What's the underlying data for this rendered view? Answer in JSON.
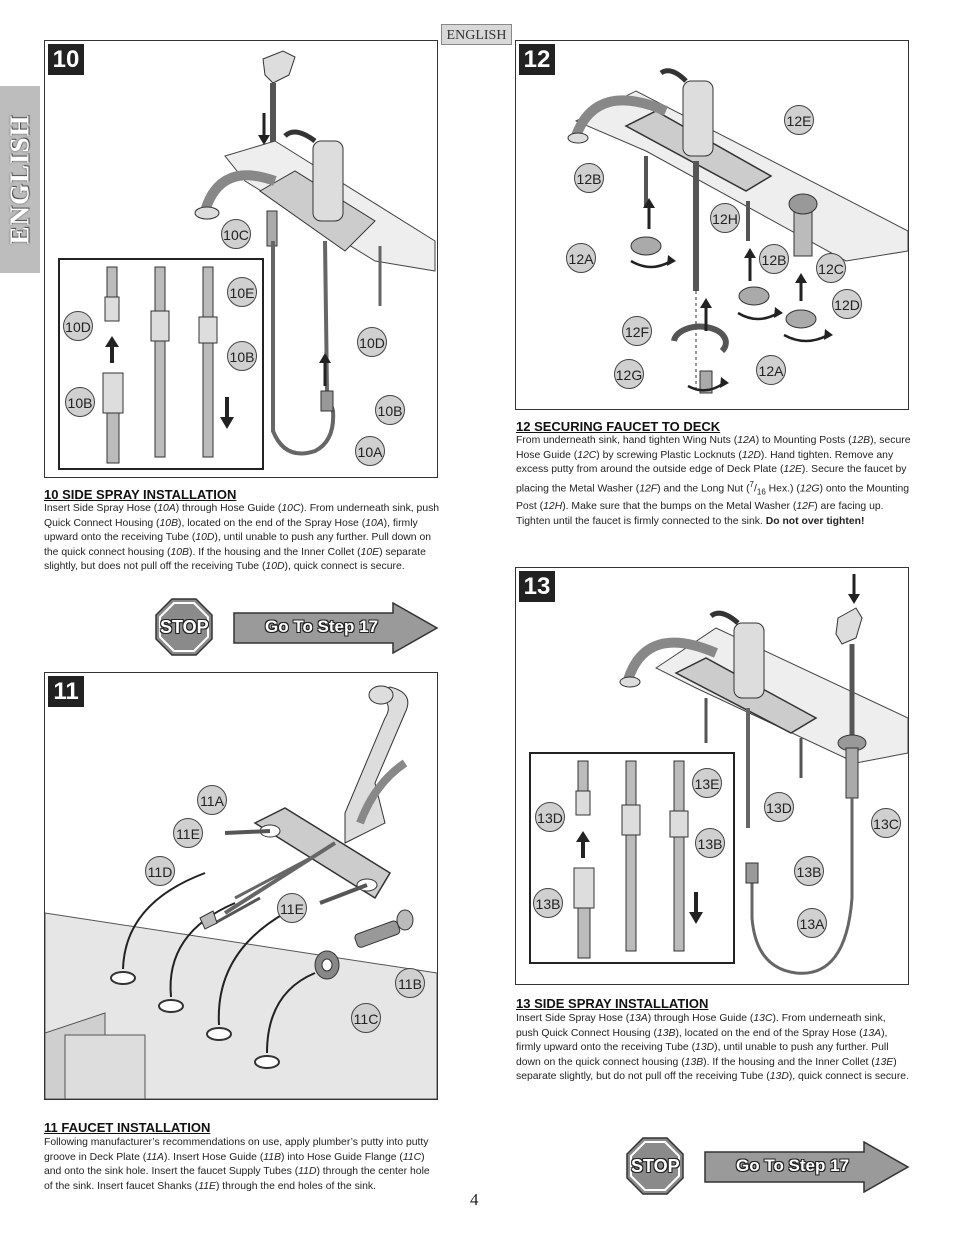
{
  "language_tab": "ENGLISH",
  "side_tab": "ENGLISH",
  "page_number": "4",
  "step10": {
    "number": "10",
    "heading": "10  SIDE SPRAY INSTALLATION",
    "callouts": [
      "10C",
      "10E",
      "10D",
      "10B",
      "10D",
      "10B",
      "10A"
    ],
    "text_parts": {
      "p1": "Insert Side Spray Hose (",
      "r1": "10A",
      "p2": ") through Hose Guide (",
      "r2": "10C",
      "p3": ").  From underneath sink, push Quick Connect Housing (",
      "r3": "10B",
      "p4": "), located on the end of the Spray Hose (",
      "r4": "10A",
      "p5": "), firmly upward onto the receiving Tube (",
      "r5": "10D",
      "p6": "), until unable to push any further.  Pull down on the quick connect housing (",
      "r6": "10B",
      "p7": ").  If the housing and the Inner Collet (",
      "r7": "10E",
      "p8": ") separate slightly, but does not pull off the receiving Tube (",
      "r8": "10D",
      "p9": "), quick connect is secure."
    }
  },
  "step11": {
    "number": "11",
    "heading": "11  FAUCET INSTALLATION",
    "callouts": [
      "11A",
      "11E",
      "11D",
      "11E",
      "11B",
      "11C"
    ],
    "text_parts": {
      "p1": "Following manufacturer’s recommendations on use, apply plumber’s putty into putty groove in Deck Plate (",
      "r1": "11A",
      "p2": ").   Insert Hose Guide (",
      "r2": "11B",
      "p3": ") into Hose Guide Flange (",
      "r3": "11C",
      "p4": ") and onto the sink hole.  Insert the faucet Supply Tubes (",
      "r4": "11D",
      "p5": ") through the center hole of the sink.  Insert faucet Shanks (",
      "r5": "11E",
      "p6": ") through the end holes of the sink."
    }
  },
  "step12": {
    "number": "12",
    "heading": "12  SECURING FAUCET TO DECK",
    "callouts": [
      "12E",
      "12B",
      "12H",
      "12A",
      "12B",
      "12C",
      "12D",
      "12F",
      "12G",
      "12A"
    ],
    "text_parts": {
      "p1": "From underneath sink, hand tighten Wing Nuts (",
      "r1": "12A",
      "p2": ") to Mounting Posts (",
      "r2": "12B",
      "p3": "), secure Hose Guide (",
      "r3": "12C",
      "p4": ") by screwing Plastic Locknuts (",
      "r4": "12D",
      "p5": ").  Hand tighten.  Remove any excess putty from around the outside edge of Deck Plate (",
      "r5": "12E",
      "p6": ").  Secure the faucet by placing the Metal Washer (",
      "r6": "12F",
      "p7": ") and the Long Nut (",
      "frac_num": "7",
      "frac_den": "16",
      "p8": " Hex.) (",
      "r8": "12G",
      "p9": ") onto the Mounting Post (",
      "r9": "12H",
      "p10": ").  Make sure that the bumps on the Metal Washer (",
      "r10": "12F",
      "p11": ") are facing up.  Tighten until the faucet is firmly connected to the sink.  ",
      "bold": "Do not over tighten!"
    }
  },
  "step13": {
    "number": "13",
    "heading": "13  SIDE SPRAY INSTALLATION",
    "callouts": [
      "13E",
      "13D",
      "13D",
      "13B",
      "13C",
      "13B",
      "13B",
      "13A"
    ],
    "text_parts": {
      "p1": "Insert Side Spray Hose (",
      "r1": "13A",
      "p2": ") through Hose Guide (",
      "r2": "13C",
      "p3": ").  From underneath sink, push Quick Connect Housing (",
      "r3": "13B",
      "p4": "), located on the end of the Spray Hose (",
      "r4": "13A",
      "p5": "), firmly upward onto the receiving Tube (",
      "r5": "13D",
      "p6": "), until unable to push any further.  Pull down on the quick connect housing (",
      "r6": "13B",
      "p7": ").  If the housing and the Inner Collet (",
      "r7": "13E",
      "p8": ") separate slightly, but do not pull off the receiving Tube (",
      "r8": "13D",
      "p9": "), quick connect is secure."
    }
  },
  "nav": {
    "stop_label": "STOP",
    "goto_label": "Go To Step 17"
  },
  "colors": {
    "stop_red": "#8a8a8a",
    "arrow_fill": "#9a9a9a",
    "callout_fill": "#d0d0d0",
    "tab_gray": "#bdbdbd"
  },
  "icons": [
    "stop-sign-icon",
    "right-arrow-icon",
    "up-arrow-icon",
    "down-arrow-icon",
    "rotate-arrow-icon"
  ]
}
